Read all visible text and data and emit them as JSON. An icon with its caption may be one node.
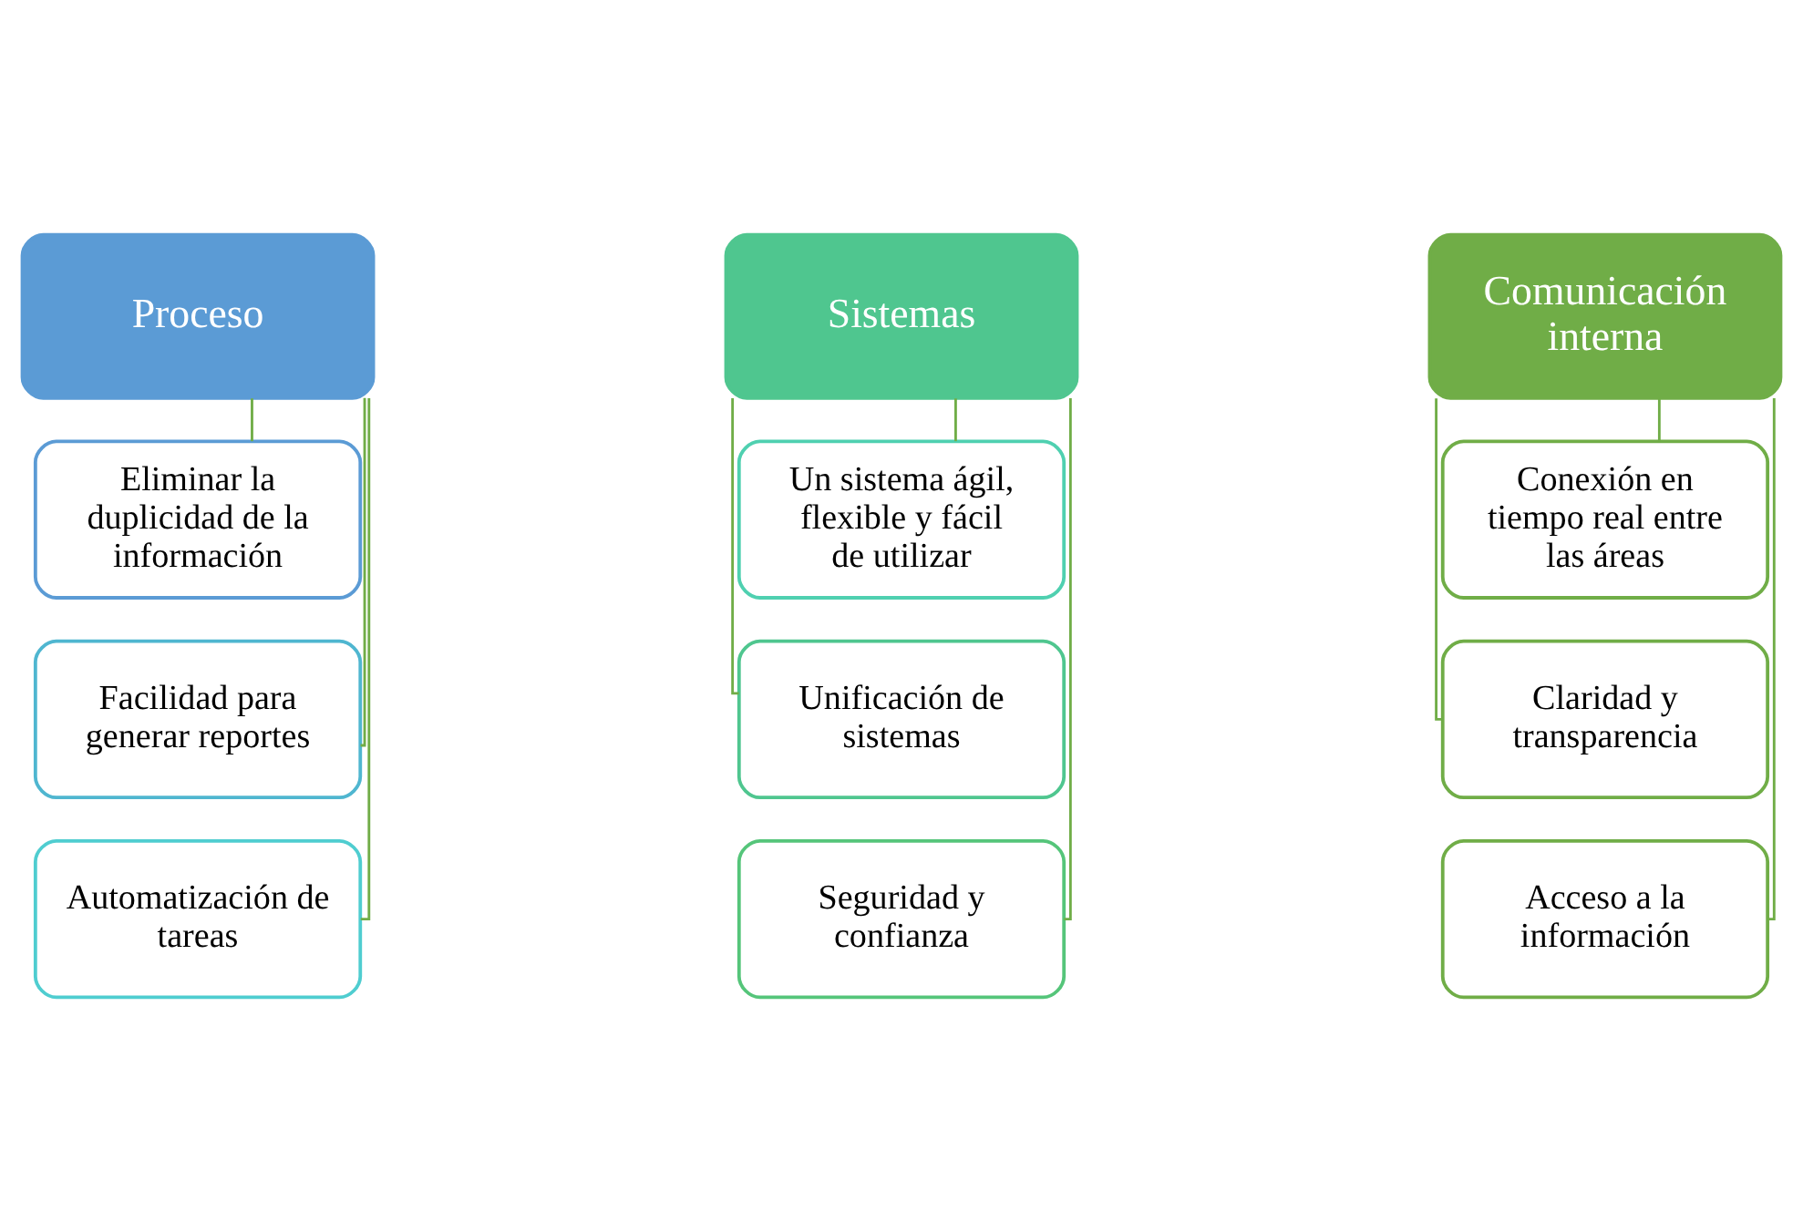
{
  "diagram": {
    "nodes": [
      {
        "text": [
          "Proceso"
        ]
      },
      {
        "text": [
          "Sistemas"
        ]
      },
      {
        "text": [
          "Comunicación interna"
        ]
      },
      {
        "text": [
          "Eliminar la duplicidad de la información"
        ]
      },
      {
        "text": [
          "Un sistema ágil, flexible y fácil de utilizar"
        ]
      },
      {
        "text": [
          "Conexión en tiempo real entre las áreas"
        ]
      },
      {
        "text": [
          "Facilidad para generar reportes"
        ]
      },
      {
        "text": [
          "Unificación de sistemas"
        ]
      },
      {
        "text": [
          "Claridad y transparencia"
        ]
      },
      {
        "text": [
          "Automatización de tareas"
        ]
      },
      {
        "text": [
          "Seguridad y confianza"
        ]
      },
      {
        "text": [
          "Acceso a la información"
        ]
      }
    ],
    "edges": [
      {
        "from": 0,
        "to": 3,
        "arrow": "none"
      },
      {
        "from": 0,
        "to": 6,
        "arrow": "none"
      },
      {
        "from": 0,
        "to": 9,
        "arrow": "none"
      },
      {
        "from": 1,
        "to": 4,
        "arrow": "none"
      },
      {
        "from": 1,
        "to": 7,
        "arrow": "none"
      },
      {
        "from": 1,
        "to": 10,
        "arrow": "none"
      },
      {
        "from": 2,
        "to": 5,
        "arrow": "none"
      },
      {
        "from": 2,
        "to": 8,
        "arrow": "none"
      },
      {
        "from": 2,
        "to": 11,
        "arrow": "none"
      }
    ]
  }
}
